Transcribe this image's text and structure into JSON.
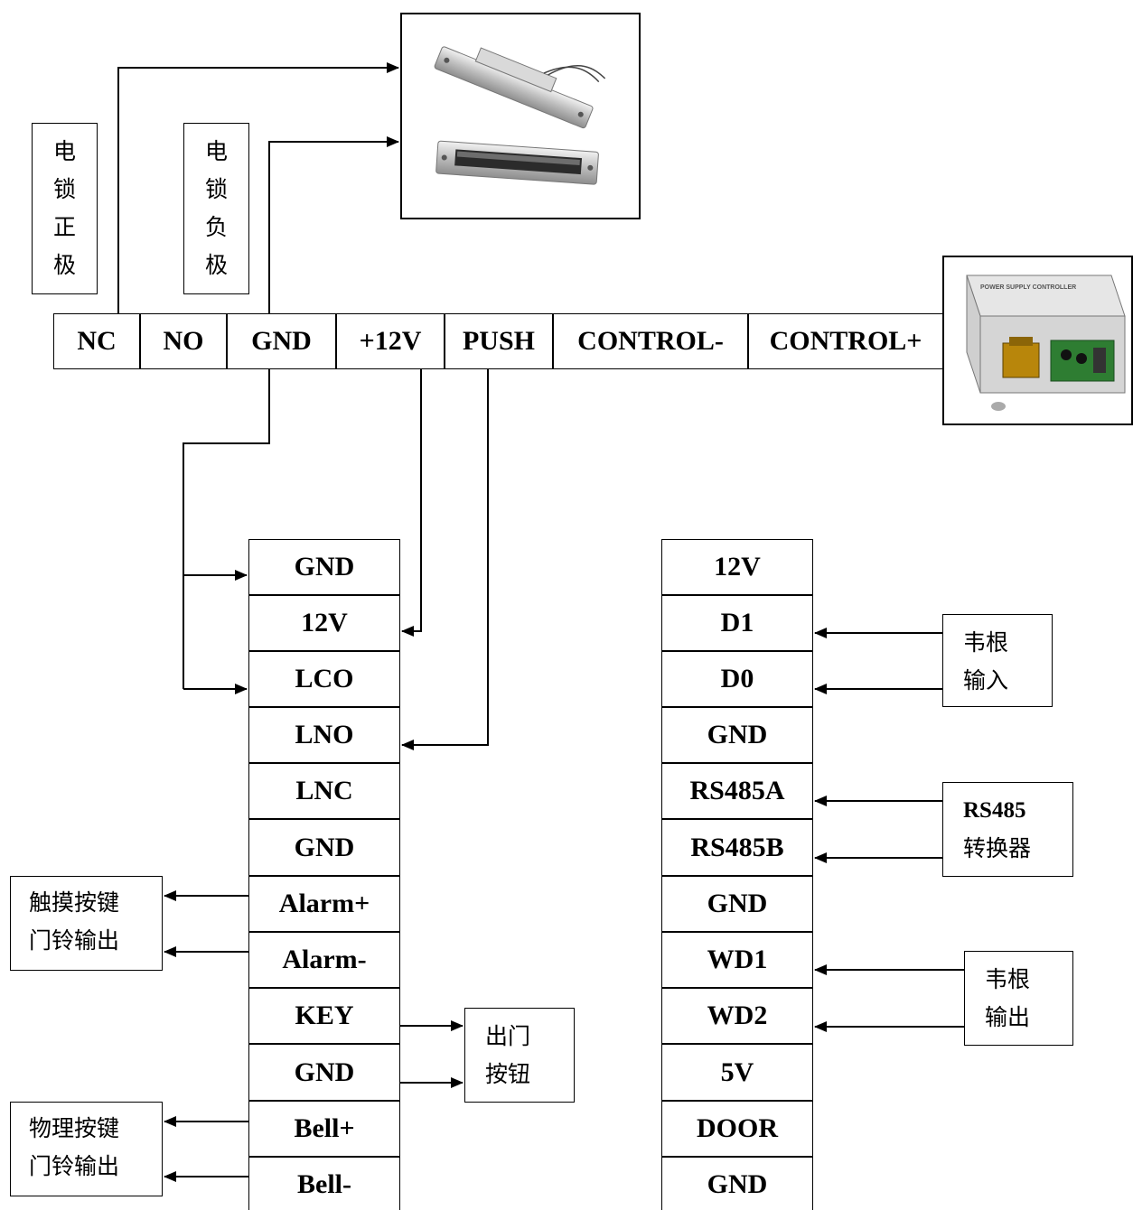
{
  "lock_labels": {
    "positive": [
      "电",
      "锁",
      "正",
      "极"
    ],
    "negative": [
      "电",
      "锁",
      "负",
      "极"
    ]
  },
  "top_terminals": [
    "NC",
    "NO",
    "GND",
    "+12V",
    "PUSH",
    "CONTROL-",
    "CONTROL+"
  ],
  "power_supply": {
    "panel_text": "POWER SUPPLY CONTROLLER"
  },
  "left_terminals": [
    "GND",
    "12V",
    "LCO",
    "LNO",
    "LNC",
    "GND",
    "Alarm+",
    "Alarm-",
    "KEY",
    "GND",
    "Bell+",
    "Bell-"
  ],
  "right_terminals": [
    "12V",
    "D1",
    "D0",
    "GND",
    "RS485A",
    "RS485B",
    "GND",
    "WD1",
    "WD2",
    "5V",
    "DOOR",
    "GND"
  ],
  "notes": {
    "touch_bell": [
      "触摸按键",
      "门铃输出"
    ],
    "physical_bell": [
      "物理按键",
      "门铃输出"
    ],
    "exit_button": [
      "出门",
      "按钮"
    ],
    "wiegand_in": [
      "韦根",
      "输入"
    ],
    "rs485": [
      "RS485",
      "转换器"
    ],
    "wiegand_out": [
      "韦根",
      "输出"
    ]
  },
  "colors": {
    "line": "#000000",
    "box_border": "#000000",
    "lock_metal": "#c9c9c9",
    "power_box": "#d8d8d8",
    "transformer": "#b8860b",
    "pcb": "#2e7d32"
  }
}
